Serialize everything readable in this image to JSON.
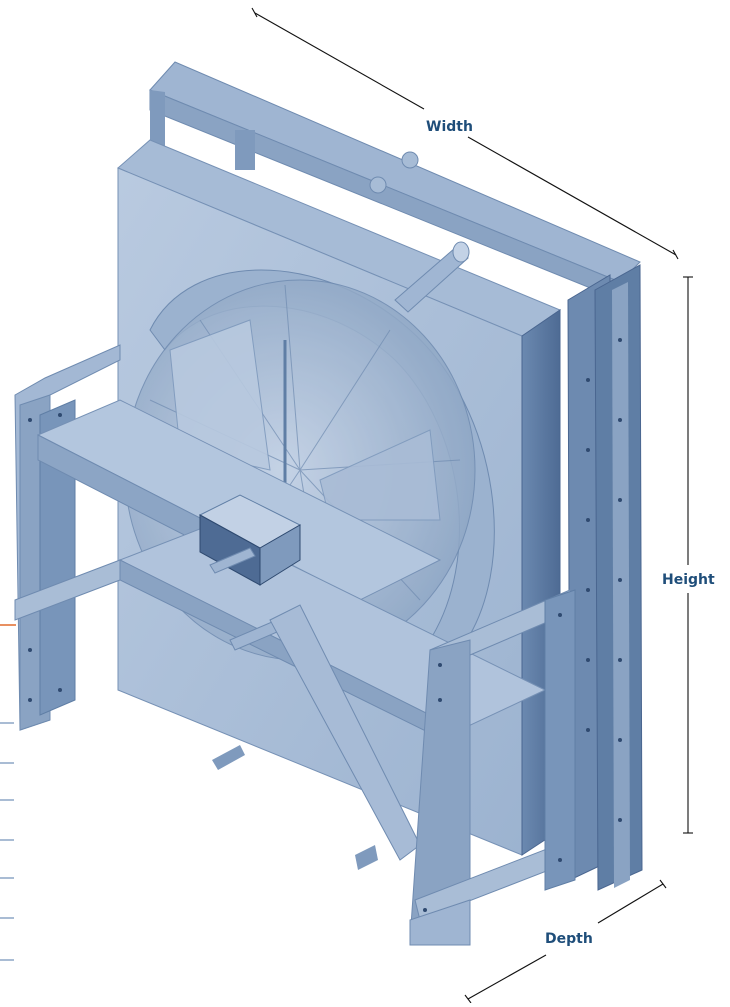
{
  "labels": {
    "width": "Width",
    "height": "Height",
    "depth": "Depth"
  },
  "colors": {
    "label": "#1f4e7a",
    "dimension_line": "#111111",
    "metal_light": "#a9bdd6",
    "metal_mid": "#8ba4c3",
    "metal_dark": "#5f7ea5",
    "metal_shadow": "#4a6690",
    "left_guide_lines": "#6f90b8",
    "accent_line": "#e06a2c"
  },
  "icons": {
    "main_image": "radiator-fan-assembly-icon"
  }
}
